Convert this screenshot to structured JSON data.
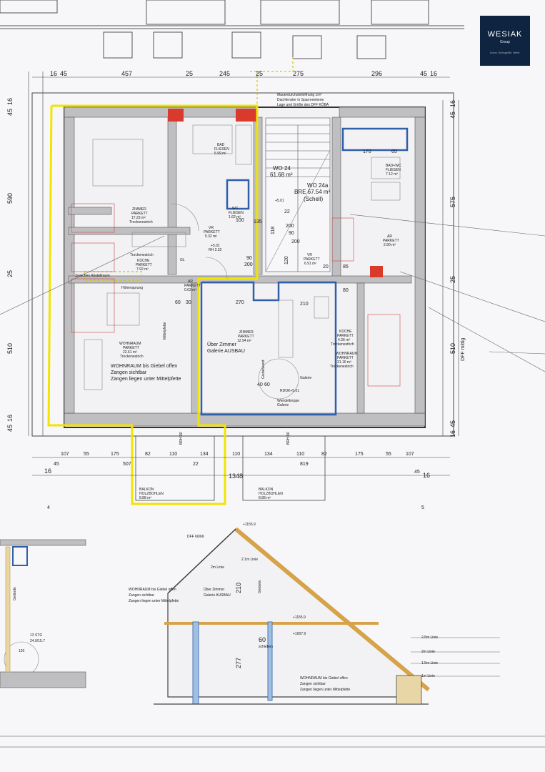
{
  "logo": {
    "name": "WESIAK",
    "sub": "Group",
    "tagline": "Sonne. Wohngefühl. Werte."
  },
  "dims_top1": [
    "16",
    "45",
    "457",
    "25",
    "245",
    "25",
    "275",
    "296",
    "45",
    "16"
  ],
  "dims_left": [
    "45",
    "16",
    "590",
    "25",
    "510",
    "16",
    "45"
  ],
  "dims_right": [
    "16",
    "45",
    "575",
    "25",
    "510",
    "DFF mittig",
    "45",
    "16"
  ],
  "dims_bottom1": [
    "107",
    "55",
    "175",
    "82",
    "110",
    "134",
    "110",
    "134",
    "110",
    "82",
    "175",
    "55",
    "107"
  ],
  "dims_bottom2": {
    "left": "16",
    "l45": "45",
    "d507": "507",
    "d22": "22",
    "d819": "819",
    "r45": "45",
    "right": "16",
    "total": "1348"
  },
  "units": [
    {
      "name": "WO 24",
      "area": "61.68 m²"
    },
    {
      "name": "WO 24a",
      "area": "BRE 67.54 m²",
      "note": "(Schell)"
    }
  ],
  "rooms": {
    "zimmer1": [
      "ZIMMER",
      "PARKETT",
      "17.23 m²",
      "Trockenestrich"
    ],
    "bad1": [
      "BAD",
      "FLIESEN",
      "5.99 m²"
    ],
    "wc1": [
      "WC",
      "FLIESEN",
      "1.62 m²"
    ],
    "vr1": [
      "VR",
      "PARKETT",
      "5.32 m²"
    ],
    "kueche1": [
      "KÜCHE",
      "PARKETT",
      "7.92 m²"
    ],
    "ar1": [
      "AR",
      "PARKETT",
      "0.63 m²"
    ],
    "zimmer2": [
      "ZIMMER",
      "PARKETT",
      "12.94 m²"
    ],
    "wohn1": [
      "WOHNRAUM",
      "PARKETT",
      "22.61 m²",
      "Trockenestrich"
    ],
    "bad2": [
      "BAD+WC",
      "FLIESEN",
      "7.12 m²"
    ],
    "ar2": [
      "AR",
      "PARKETT",
      "2.90 m²"
    ],
    "vr2": [
      "VR",
      "PARKETT",
      "6.91 m²"
    ],
    "kueche2": [
      "KÜCHE",
      "PARKETT",
      "4.36 m²",
      "Trockenestrich"
    ],
    "wohn2": [
      "WOHNRAUM",
      "PARKETT",
      "21.16 m²",
      "Trockenestrich"
    ]
  },
  "notes": {
    "wohn_giebel": [
      "WOHNRAUM bis Giebel offen",
      "Zangen sichtbar",
      "Zangen liegen unter Mittelpfette"
    ],
    "galerie": [
      "Über Zimmer",
      "Galerie AUSBAU"
    ],
    "hoehen": "Höhensprung",
    "mittelpfette": "Mittelpfette",
    "treppe": [
      "Wendeltreppe",
      "Galerie"
    ],
    "rdok": "RDOK+5.01",
    "level1": "+5.01",
    "level2": "+5.01",
    "ff": "RH 2.32",
    "gl": "GL",
    "trocken": "Trockenestrich",
    "schacht": "Giebelwand",
    "top_note": [
      "Mauerdurchstellöffnung 1m²",
      "Dachfenster in Sparrenebene",
      "Lage und Größe des DFF KÖBA"
    ],
    "galerie_label": "Galerie",
    "zwischen": "Zwischen Abstellraum",
    "bh1": "BRH 90",
    "bh2": "BRH 90"
  },
  "balcony": [
    {
      "name": "BALKON",
      "material": "HOLZBOHLEN",
      "area": "8.88 m²"
    },
    {
      "name": "BALKON",
      "material": "HOLZBOHLEN",
      "area": "8.88 m²"
    }
  ],
  "axis": {
    "left": "4",
    "right": "5"
  },
  "dims_misc": {
    "d200a": "200",
    "d90a": "90",
    "d90b": "90",
    "d200b": "200",
    "d80": "80",
    "d200c": "200",
    "d120": "120",
    "d40": "40",
    "d60": "60",
    "d270": "270",
    "d210": "210",
    "d135": "135",
    "d118": "118",
    "d22": "22",
    "d20a": "20",
    "d85": "85",
    "d170": "170",
    "d65": "65",
    "d100": "100",
    "d60b": "60",
    "d30": "30"
  },
  "section": {
    "dff": "DFF 66/66",
    "top_level": "+1155.9",
    "l21": "2.1m Linie",
    "l2": "2m Linie",
    "d210": "210",
    "d277": "277",
    "d60": "60",
    "lvl2": "+1155.9",
    "lvl3": "+1007.9",
    "schieben": "schieben",
    "l25r": "2.5m Linie",
    "l2r": "2m Linie",
    "l15r": "1.5m Linie",
    "l1r": "1m Linie",
    "giebel": "Giebelw.",
    "left_note": [
      "WOHNRAUM bis Giebel offen",
      "Zangen sichtbar",
      "Zangen liegen unter Mittelpfette"
    ],
    "mid_note": [
      "Über Zimmer",
      "Galerie AUSBAU"
    ],
    "bottom_note": [
      "WOHNRAUM bis Giebel offen",
      "Zangen sichtbar",
      "Zangen liegen unter Mittelpfette"
    ],
    "stg": "13 STG",
    "stg_dim": "24.0/15.7",
    "stg_d": "120",
    "giebel_side": "Gelände"
  }
}
